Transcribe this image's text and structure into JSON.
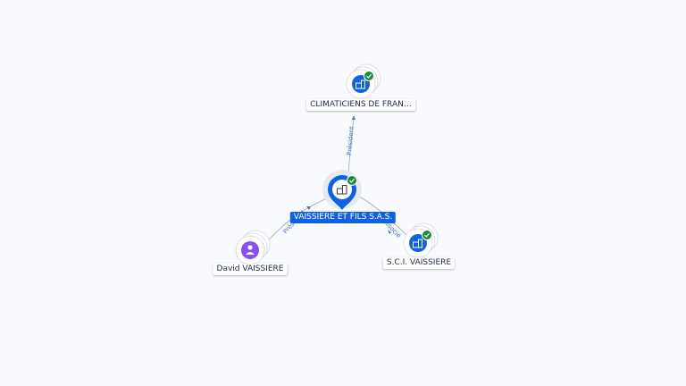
{
  "colors": {
    "background": "#f8fafd",
    "company_blue": "#0f62e6",
    "person_purple": "#8a4ff0",
    "verified_green": "#1e8a3c",
    "edge": "#9aa6b8",
    "edge_label": "#4a73c9"
  },
  "nodes": {
    "center": {
      "label": "VAISSIERE ET FILS S.A.S.",
      "icon": "building-icon",
      "verified": true
    },
    "top": {
      "label": "CLIMATICIENS DE FRAN…",
      "icon": "building-icon",
      "verified": true
    },
    "left": {
      "label": "David VAISSIERE",
      "icon": "person-icon",
      "verified": false
    },
    "right": {
      "label": "S.C.I. VAISSIERE",
      "icon": "building-icon",
      "verified": true
    }
  },
  "edges": {
    "center_to_top": "Président",
    "left_to_center": "Président",
    "center_to_right": "Associé"
  }
}
